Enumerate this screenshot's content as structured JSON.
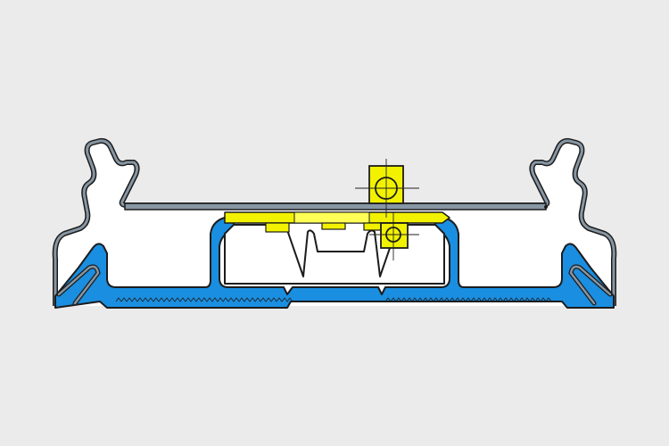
{
  "figure": {
    "description_labels": [],
    "colors": {
      "background": "#ebebeb",
      "profile_fill": "#ffffff",
      "housing_outline": "#8796a3",
      "base_fill": "#1a8ee0",
      "insert_fill": "#f2f200",
      "insert_highlight": "#ffff55",
      "line": "#1c1c1c"
    },
    "parts": [
      {
        "name": "outer-housing",
        "color": "housing_outline"
      },
      {
        "name": "base-rail",
        "color": "base_fill"
      },
      {
        "name": "yellow-insert",
        "color": "insert_fill"
      },
      {
        "name": "bolt-upper",
        "color": "insert_fill"
      },
      {
        "name": "bolt-lower",
        "color": "insert_fill"
      }
    ]
  }
}
